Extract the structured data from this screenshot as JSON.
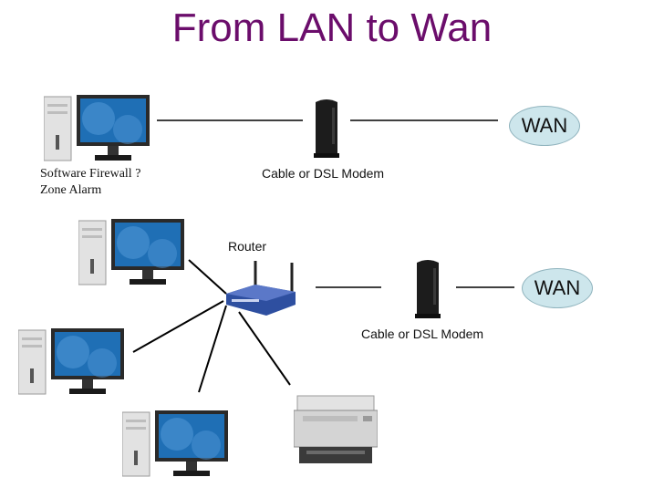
{
  "title": "From LAN to Wan",
  "labels": {
    "firewall_line1": "Software Firewall ?",
    "firewall_line2": "Zone Alarm",
    "modem_top": "Cable or DSL Modem",
    "modem_bottom": "Cable or DSL Modem",
    "router": "Router",
    "wan_top": "WAN",
    "wan_bottom": "WAN"
  },
  "icons": [
    "desktop-computer-icon",
    "modem-icon",
    "router-icon",
    "printer-icon"
  ],
  "colors": {
    "title": "#6b0d6b",
    "wan_fill": "#cde6ec",
    "monitor_screen": "#1f6fb5"
  }
}
